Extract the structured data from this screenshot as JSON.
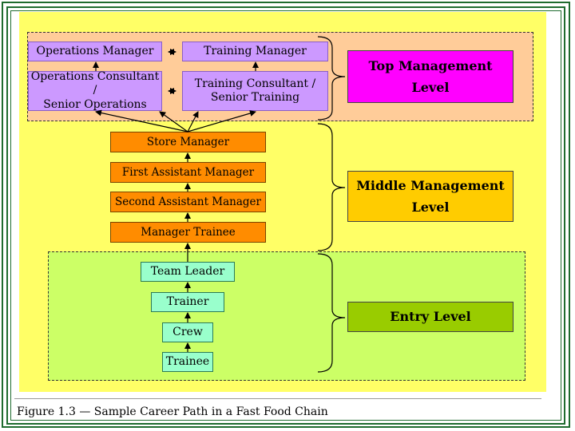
{
  "boxes": {
    "operations_manager": "Operations Manager",
    "training_manager": "Training Manager",
    "operations_consultant_line1": "Operations Consultant /",
    "operations_consultant_line2": "Senior Operations",
    "training_consultant_line1": "Training Consultant /",
    "training_consultant_line2": "Senior Training",
    "store_manager": "Store Manager",
    "first_assistant_manager": "First Assistant Manager",
    "second_assistant_manager": "Second Assistant Manager",
    "manager_trainee": "Manager Trainee",
    "team_leader": "Team Leader",
    "trainer": "Trainer",
    "crew": "Crew",
    "trainee": "Trainee"
  },
  "levels": {
    "top_line1": "Top Management",
    "top_line2": "Level",
    "middle_line1": "Middle Management",
    "middle_line2": "Level",
    "entry": "Entry Level"
  },
  "caption": "Figure 1.3 — Sample Career Path in a Fast Food Chain",
  "colors": {
    "background": "#ffff66",
    "top_zone": "#ffcc99",
    "entry_zone": "#ccff66",
    "purple_box": "#cc99ff",
    "orange_box": "#ff8c00",
    "teal_box": "#99ffcc",
    "top_level": "#ff00ff",
    "middle_level": "#ffcc00",
    "entry_level": "#99cc00",
    "frame": "#1e6b2e"
  }
}
